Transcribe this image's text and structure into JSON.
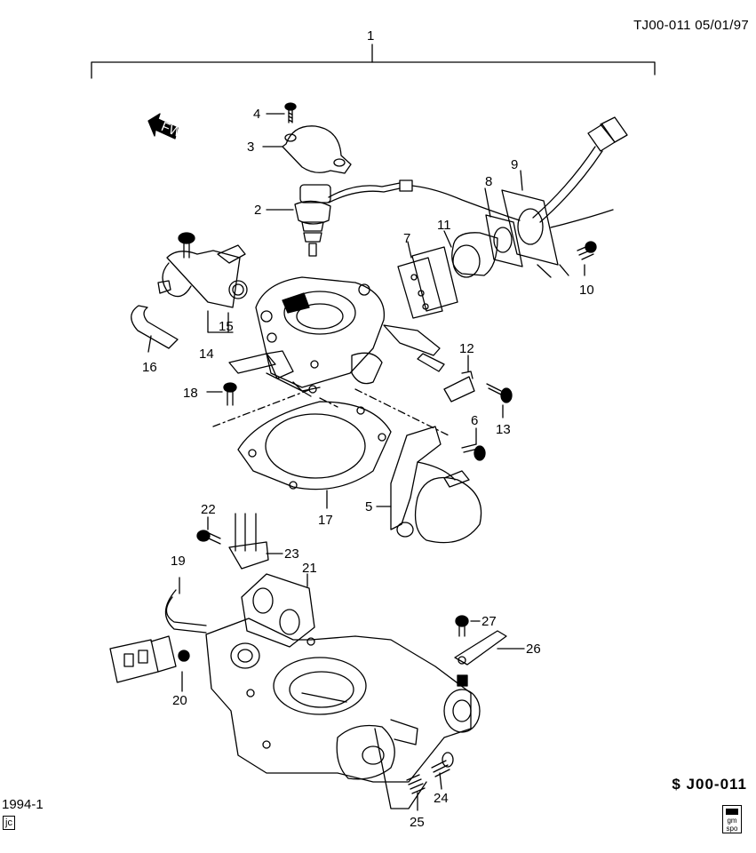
{
  "header": {
    "doc_id": "TJ00-011  05/01/97"
  },
  "footer": {
    "year_code": "1994-1",
    "jc_label": "jc",
    "diagram_code": "J00-011",
    "gmspo_label": "gm spo"
  },
  "callouts": [
    {
      "id": "1",
      "label": "1"
    },
    {
      "id": "2",
      "label": "2"
    },
    {
      "id": "3",
      "label": "3"
    },
    {
      "id": "4",
      "label": "4"
    },
    {
      "id": "5",
      "label": "5"
    },
    {
      "id": "6",
      "label": "6"
    },
    {
      "id": "7",
      "label": "7"
    },
    {
      "id": "8",
      "label": "8"
    },
    {
      "id": "9",
      "label": "9"
    },
    {
      "id": "10",
      "label": "10"
    },
    {
      "id": "11",
      "label": "11"
    },
    {
      "id": "12",
      "label": "12"
    },
    {
      "id": "13",
      "label": "13"
    },
    {
      "id": "14",
      "label": "14"
    },
    {
      "id": "15",
      "label": "15"
    },
    {
      "id": "16",
      "label": "16"
    },
    {
      "id": "17",
      "label": "17"
    },
    {
      "id": "18",
      "label": "18"
    },
    {
      "id": "19",
      "label": "19"
    },
    {
      "id": "20",
      "label": "20"
    },
    {
      "id": "21",
      "label": "21"
    },
    {
      "id": "22",
      "label": "22"
    },
    {
      "id": "23",
      "label": "23"
    },
    {
      "id": "24",
      "label": "24"
    },
    {
      "id": "25",
      "label": "25"
    },
    {
      "id": "26",
      "label": "26"
    },
    {
      "id": "27",
      "label": "27"
    }
  ],
  "icons": {
    "fwd_arrow": "fwd-arrow-icon",
    "diagram_mark": "dollar-sign-icon"
  }
}
